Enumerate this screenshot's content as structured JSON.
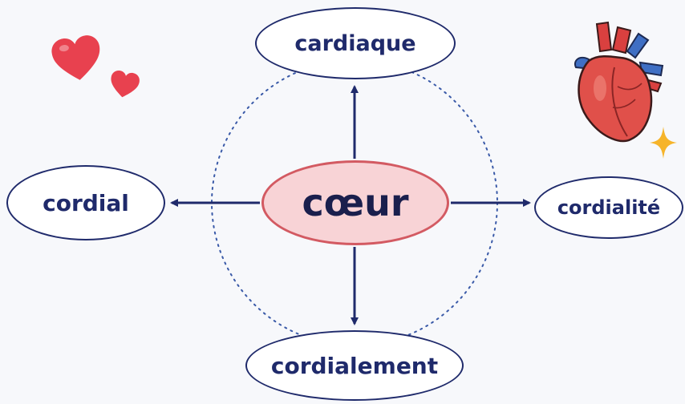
{
  "diagram": {
    "center_word": "cœur",
    "derived_words": {
      "top": "cardiaque",
      "left": "cordial",
      "right": "cordialité",
      "bottom": "cordialement"
    }
  },
  "icons": [
    "heart-icon",
    "heart-icon",
    "anatomical-heart-icon",
    "sparkle-icon"
  ],
  "colors": {
    "navy": "#1f2a6b",
    "center_fill": "#f8d3d6",
    "center_border": "#d35a62",
    "heart_red": "#e8414f",
    "sparkle": "#f6b42a"
  }
}
